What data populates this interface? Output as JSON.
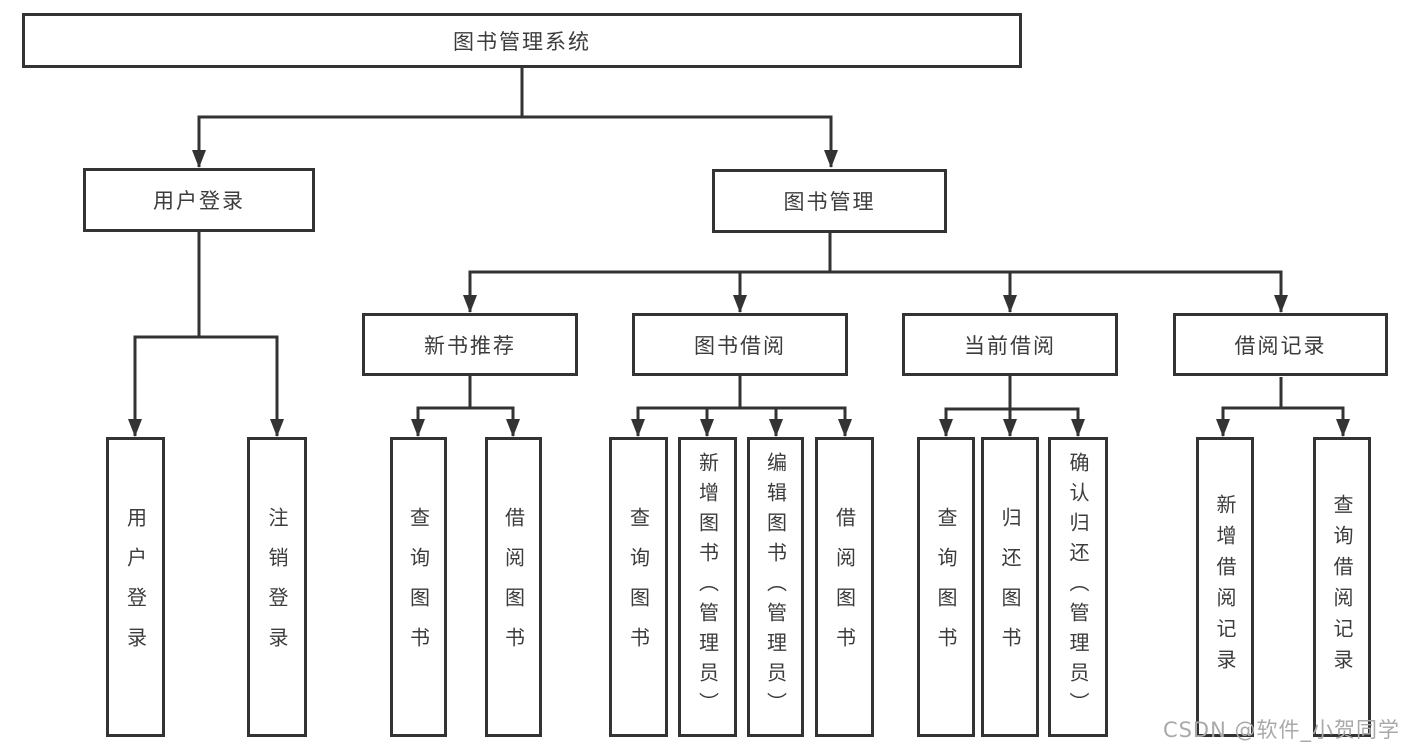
{
  "diagram": {
    "root": {
      "label": "图书管理系统"
    },
    "branches": [
      {
        "label": "用户登录",
        "children": [
          {
            "label": "用户登录"
          },
          {
            "label": "注销登录"
          }
        ]
      },
      {
        "label": "图书管理",
        "children": [
          {
            "label": "新书推荐",
            "children": [
              {
                "label": "查询图书"
              },
              {
                "label": "借阅图书"
              }
            ]
          },
          {
            "label": "图书借阅",
            "children": [
              {
                "label": "查询图书"
              },
              {
                "label": "新增图书（管理员）"
              },
              {
                "label": "编辑图书（管理员）"
              },
              {
                "label": "借阅图书"
              }
            ]
          },
          {
            "label": "当前借阅",
            "children": [
              {
                "label": "查询图书"
              },
              {
                "label": "归还图书"
              },
              {
                "label": "确认归还（管理员）"
              }
            ]
          },
          {
            "label": "借阅记录",
            "children": [
              {
                "label": "新增借阅记录"
              },
              {
                "label": "查询借阅记录"
              }
            ]
          }
        ]
      }
    ]
  },
  "watermark": {
    "text": "CSDN @软件_小贺同学"
  },
  "colors": {
    "line": "#333333",
    "box_border": "#333333",
    "text": "#3c3c3c",
    "background": "#ffffff",
    "watermark": "#a9a9a9"
  }
}
